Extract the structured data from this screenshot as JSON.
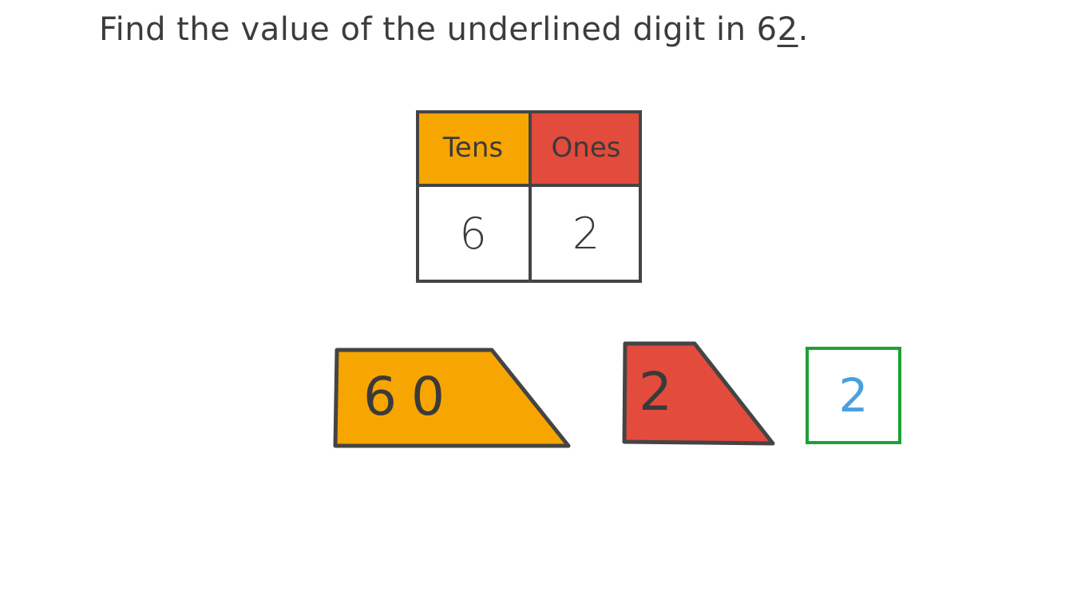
{
  "question": {
    "prefix": "Find the value of the underlined digit in ",
    "number_first_digit": "6",
    "number_underlined_digit": "2",
    "suffix": "."
  },
  "place_value_table": {
    "headers": [
      {
        "label": "Tens",
        "color": "#f7a500"
      },
      {
        "label": "Ones",
        "color": "#e34b3c"
      }
    ],
    "digits": [
      "6",
      "2"
    ],
    "border_color": "#444444"
  },
  "expanded_form": {
    "tens_piece": {
      "value": "60",
      "color": "#f7a500"
    },
    "ones_piece": {
      "value": "2",
      "color": "#e34b3c"
    }
  },
  "answer": {
    "value": "2",
    "box_color": "#1fa035",
    "text_color": "#4aa0e0"
  }
}
